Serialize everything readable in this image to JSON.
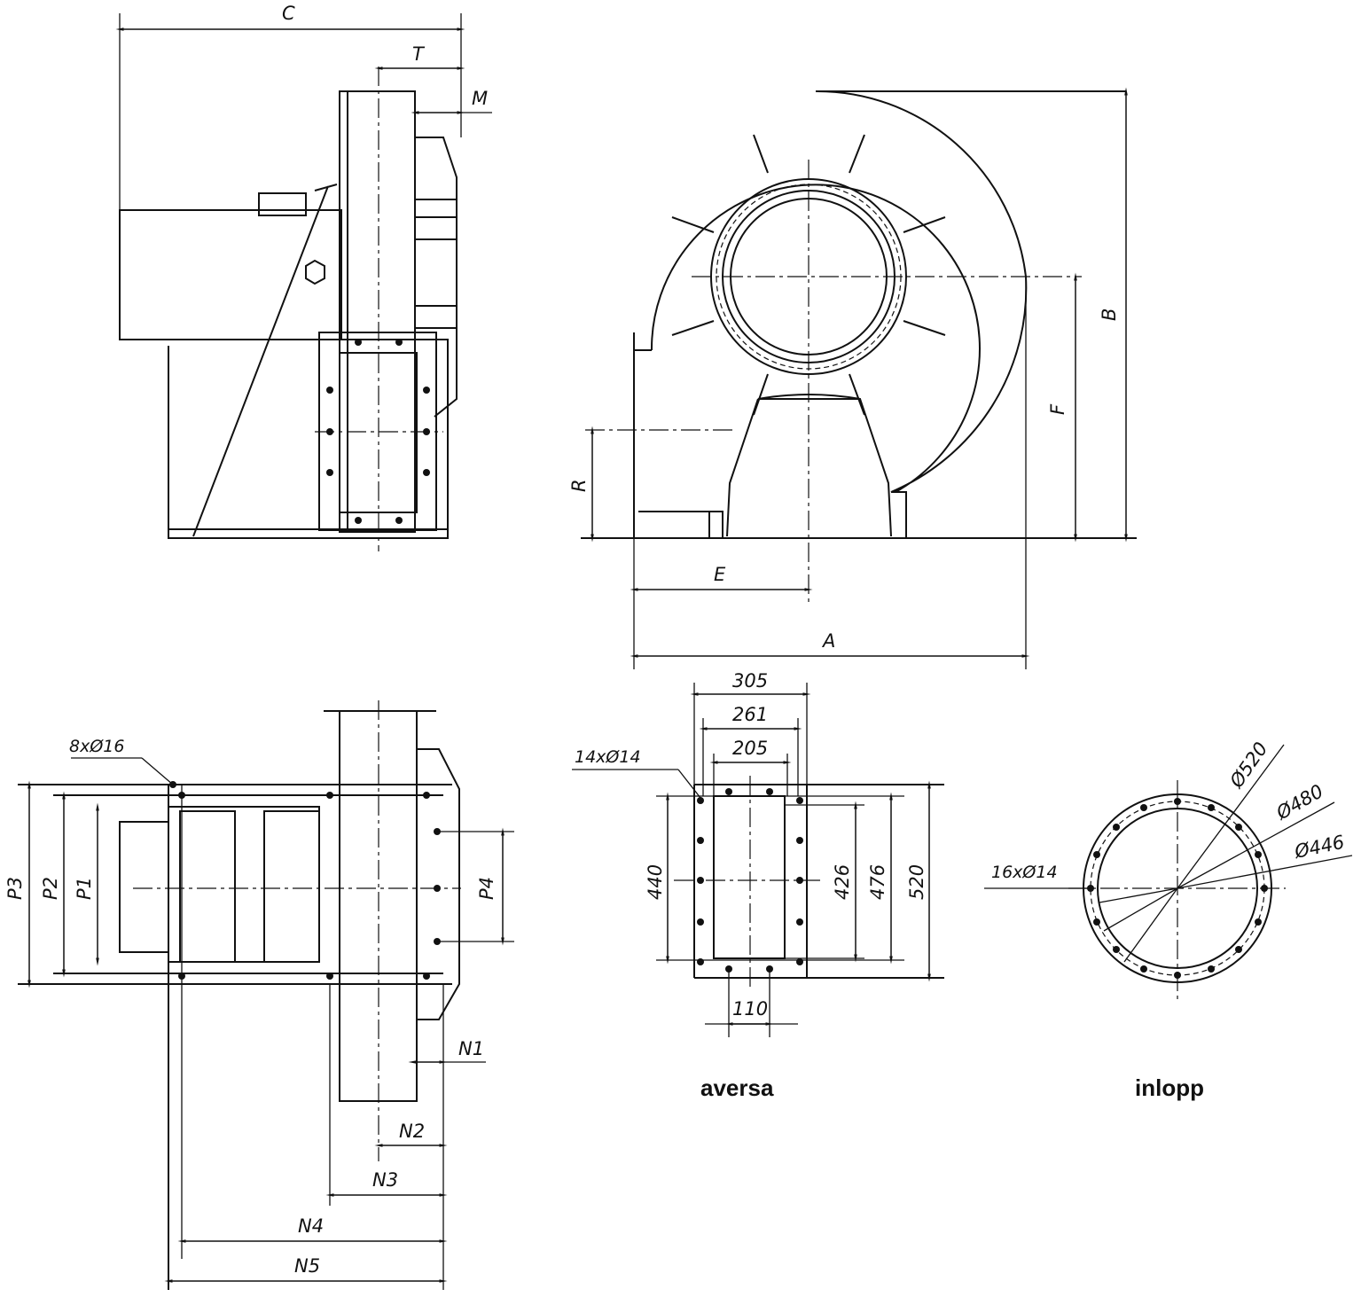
{
  "side_view": {
    "labels": {
      "c": "C",
      "t": "T",
      "m": "M"
    }
  },
  "front_view": {
    "labels": {
      "b": "B",
      "f": "F",
      "r": "R",
      "e": "E",
      "a": "A"
    }
  },
  "top_view": {
    "labels": {
      "holes": "8xØ16",
      "p1": "P1",
      "p2": "P2",
      "p3": "P3",
      "p4": "P4",
      "n1": "N1",
      "n2": "N2",
      "n3": "N3",
      "n4": "N4",
      "n5": "N5"
    }
  },
  "outlet_flange": {
    "title": "aversa",
    "holes": "14xØ14",
    "w305": "305",
    "w261": "261",
    "w205": "205",
    "h440": "440",
    "h426": "426",
    "h476": "476",
    "h520": "520",
    "w110": "110"
  },
  "inlet_flange": {
    "title": "inlopp",
    "holes": "16xØ14",
    "d520": "Ø520",
    "d480": "Ø480",
    "d446": "Ø446"
  }
}
